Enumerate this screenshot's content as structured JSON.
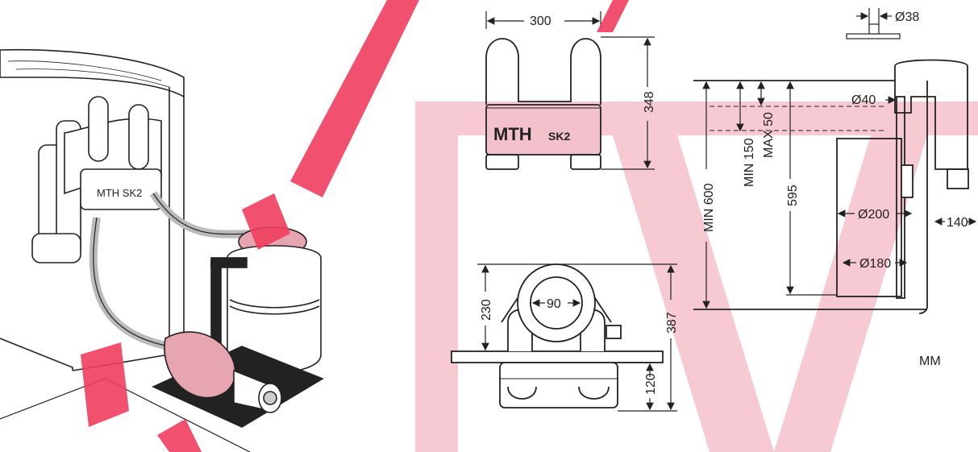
{
  "brand": {
    "name": "MTH",
    "model": "SK2"
  },
  "dimensions": {
    "width_top": "300",
    "height_side": "348",
    "hose_diameter": "Ø38",
    "pipe_diameter": "Ø40",
    "min_150": "MIN 150",
    "max_50": "MAX 50",
    "min_600": "MIN 600",
    "depth_595": "595",
    "body_200": "Ø200",
    "body_180": "Ø180",
    "offset_140": "140",
    "height_230": "230",
    "height_387": "387",
    "height_120": "120",
    "inner_90": "90"
  },
  "units": "MM",
  "colors": {
    "watermark": "#f6c4cf",
    "watermark_strong": "#f03d5e",
    "tint": "#e7a5b1",
    "line": "#222222"
  }
}
